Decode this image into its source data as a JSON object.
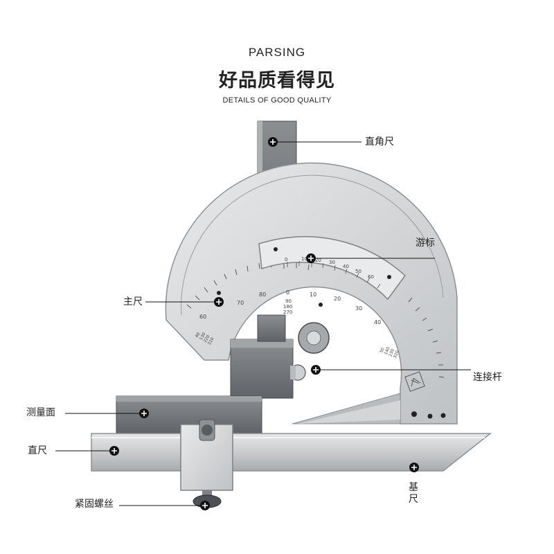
{
  "header": {
    "top_label": "PARSING",
    "title": "好品质看得见",
    "subtitle": "DETAILS OF GOOD QUALITY"
  },
  "callouts": {
    "square": "直角尺",
    "vernier": "游标",
    "main_scale": "主尺",
    "connecting_rod": "连接杆",
    "measuring_face": "测量面",
    "straight_ruler": "直尺",
    "base_ruler_top": "基",
    "base_ruler_bottom": "尺",
    "locking_screw": "紧固螺丝"
  },
  "scale_marks": {
    "main_left": [
      "60",
      "70",
      "80"
    ],
    "main_center": [
      "0",
      "10",
      "20",
      "30",
      "40"
    ],
    "main_center_stack": [
      "90",
      "180",
      "270"
    ],
    "vernier": [
      "0",
      "10",
      "20",
      "30",
      "40",
      "50",
      "60"
    ],
    "right_stack": [
      "50",
      "140",
      "230",
      "320"
    ],
    "left_stack": [
      "40",
      "130",
      "220",
      "310"
    ]
  }
}
